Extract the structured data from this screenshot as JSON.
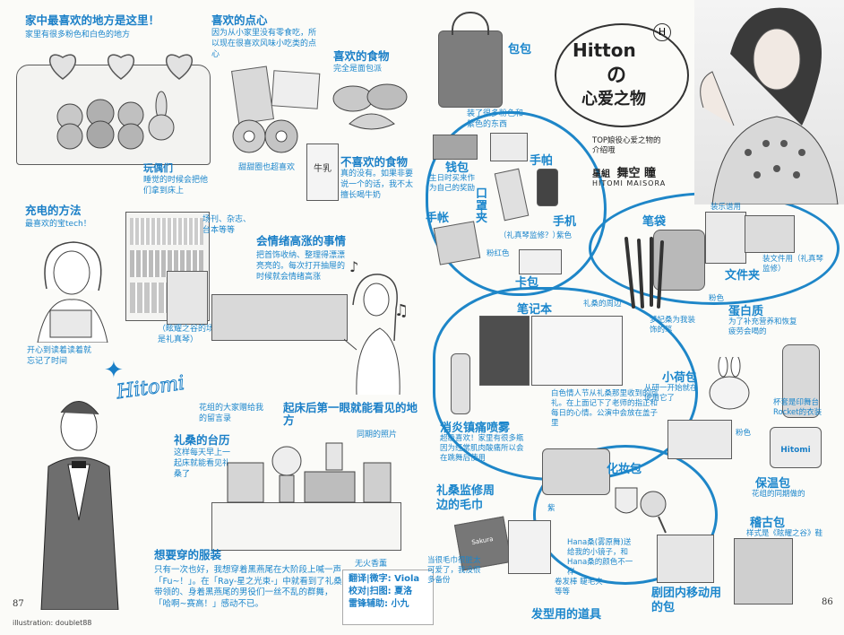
{
  "left": {
    "home": {
      "title": "家中最喜欢的地方是这里！",
      "desc": "家里有很多粉色和白色的地方"
    },
    "snacks": {
      "title": "喜欢的点心",
      "desc": "因为从小家里没有零食吃，所以现在很喜欢风味小吃类的点心"
    },
    "food": {
      "title": "喜欢的食物",
      "desc": "完全是面包派"
    },
    "plush": {
      "title": "玩偶们",
      "desc": "睡觉的时候会把他们拿到床上"
    },
    "donut_note": "甜甜圈也超喜欢",
    "dislike": {
      "title": "不喜欢的食物",
      "desc": "真的没有。如果非要说一个的话，我不太擅长喝牛奶"
    },
    "milk_carton": "牛乳",
    "charge": {
      "title": "充电的方法",
      "desc": "最喜欢的宝tech！"
    },
    "mags_note": "场刊、杂志、台本等等",
    "program_note": "（眩耀之谷的场刊封面是礼真琴）",
    "reading_note": "开心到读着读着就忘记了时间",
    "excite": {
      "title": "会情绪高涨的事情",
      "desc": "把首饰收纳、整理得漂漂亮亮的。每次打开抽屉的时候就会情绪高涨"
    },
    "signature": "Hitomi",
    "calendar": {
      "title": "礼桑的台历",
      "desc": "这样每天早上一起床就能看见礼桑了"
    },
    "msg_note": "花组的大家赠给我的留言录",
    "first_sight": "起床后第一眼就能看见的地方",
    "photo_note": "同期的照片",
    "clothes": {
      "title": "想要穿的服装",
      "desc": "只有一次也好，我想穿着黑燕尾在大阶段上喊一声「Fu~！」。在「Ray-星之光束-」中就看到了礼桑带领的、身着黑燕尾的男役们一丝不乱的群舞，「哈啊~赛高！」感动不已。"
    },
    "unscented": "无火香薰",
    "page_number": "87",
    "illustration": "illustration: doublet88"
  },
  "credits": [
    "翻译|微字: Viola",
    "校对|扫图: 夏洛",
    "雷锋辅助: 小九"
  ],
  "right": {
    "hitton": "Hitton",
    "no": "の",
    "aixin": "心爱之物",
    "intro": "TOP娘役心爱之物的介绍哦",
    "troupe": "星組",
    "name_cn": "舞空 瞳",
    "name_en": "HITOMI MAISORA",
    "bag": {
      "title": "包包",
      "desc": "装了很多粉色和紫色的东西"
    },
    "wallet": {
      "title": "钱包",
      "desc": "生日时买来作为自己的奖励"
    },
    "handkerchief": "手帕",
    "clip": "口罩夹",
    "clip_note": "（礼真琴监修？）",
    "notebook_small": "手帐",
    "phone": "手机",
    "pink1": "粉红色",
    "purple": "紫色",
    "card_case": "卡包",
    "pencil_case": {
      "title": "笔袋",
      "desc": "装乐谱用"
    },
    "folder": {
      "title": "文件夹",
      "desc": "装文件用（礼真琴监修）"
    },
    "pink2": "粉色",
    "pens_note": "礼桑的周边",
    "dream_pen": "梦妃桑为我装饰的笔",
    "notebook": {
      "title": "笔记本",
      "desc": "白色情人节从礼桑那里收到的回礼。在上面记下了老师的指正和每日的心情。公演中会放在盖子里"
    },
    "protein": {
      "title": "蛋白质",
      "desc": "为了补充营养和恢复疲劳会喝的"
    },
    "rabbit_bag": {
      "title": "小荷包",
      "desc": "从研一开始就在使用它了"
    },
    "bottle_note": "杯套是印舞台Rocket的衣装",
    "spray": {
      "title": "消炎镇痛喷雾",
      "desc": "超级喜欢！家里有很多瓶因为经常肌肉酸痛所以会在跳舞后使用"
    },
    "pink3": "粉色",
    "cosmetic": "化妆包",
    "thermos": {
      "title": "保温包",
      "desc": "花组的同期做的"
    },
    "towel": {
      "title": "礼桑监修周边的毛巾",
      "desc": "当很毛巾很脏太可爱了，我没很多备份"
    },
    "violet": "紫",
    "mirror_note": "Hana桑(雾原舞)送给我的小镜子，和Hana桑的颜色不一样",
    "hair_tools": {
      "title": "发型用的道具",
      "desc": "卷发棒 睫毛夹等等"
    },
    "practice_bag": {
      "title": "稽古包",
      "desc": "样式是《眩耀之谷》鞋花的衣装"
    },
    "troupe_bag": "剧团内移动用的包",
    "towel_label": "Sakura",
    "thermos_label": "Hitomi",
    "page_number": "86"
  },
  "colors": {
    "accent": "#1a7fc7",
    "ink": "#2a2a2a"
  }
}
